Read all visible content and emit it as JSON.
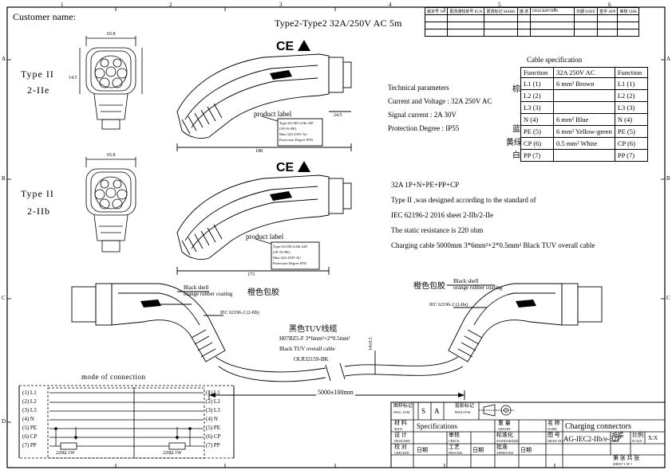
{
  "frame": {
    "col_marks": [
      "1",
      "2",
      "3",
      "4",
      "5",
      "6"
    ],
    "row_marks": [
      "A",
      "B",
      "C",
      "D"
    ]
  },
  "header": {
    "customer_label": "Customer name:",
    "title": "Type2-Type2 32A/250V AC  5m",
    "revision_cols": [
      "版本号 Ver",
      "更改通知单号 ECN",
      "更改标记 MARK",
      "描 述",
      "DESCRIPTION",
      "日期 DATE",
      "签字 APP",
      "审核 CHK"
    ]
  },
  "connector_top": {
    "label_line1": "Type II",
    "label_line2": "2-IIe",
    "product_label": "product label",
    "label_box_lines": [
      "Type:AG-IEC2-IIe-32P",
      "(1P+N+PE)",
      "Max:32A 250V AC",
      "Protection Degree IP55"
    ],
    "dims": [
      "65.8",
      "14.5",
      "24.5",
      "188"
    ]
  },
  "connector_bottom": {
    "label_line1": "Type II",
    "label_line2": "2-IIb",
    "product_label": "product label",
    "label_box_lines": [
      "Type:AG-IEC2-IIb-32P",
      "(1P+N+PE)",
      "Max:32A 250V AC",
      "Protection Degree IP55"
    ],
    "dims": [
      "65.8",
      "173"
    ]
  },
  "technical": {
    "heading": "Technical parameters",
    "current_voltage": "Current and Voltage : 32A 250V AC",
    "signal_current": "Signal current : 2A  30V",
    "protection": "Protection Degree : IP55"
  },
  "notes": {
    "config": "32A 1P+N+PE+PP+CP",
    "design_std": "Type II ,was designed according to the standard of",
    "std_sheet": "IEC 62196-2 2016 sheet 2-IIb/2-IIe",
    "static_resistance": "The static resistance is 220 ohm",
    "cable": "Charging cable 5000mm  3*6mm²+2*0.5mm²  Black TUV overall cable"
  },
  "cable_spec": {
    "title": "Cable specification",
    "headers": [
      "Function",
      "32A 250V AC",
      "Function"
    ],
    "rows": [
      {
        "color": "棕",
        "left": "L1 (1)",
        "mid": "6 mm² Brown",
        "right": "L1 (1)"
      },
      {
        "color": "",
        "left": "L2 (2)",
        "mid": "",
        "right": "L2 (2)"
      },
      {
        "color": "",
        "left": "L3 (3)",
        "mid": "",
        "right": "L3 (3)"
      },
      {
        "color": "蓝",
        "left": "N (4)",
        "mid": "6 mm² Blue",
        "right": "N (4)"
      },
      {
        "color": "黄绿",
        "left": "PE (5)",
        "mid": "6 mm² Yellow-green",
        "right": "PE (5)"
      },
      {
        "color": "白",
        "left": "CP (6)",
        "mid": "0.5 mm² White",
        "right": "CP (6)"
      },
      {
        "color": "",
        "left": "PP (7)",
        "mid": "",
        "right": "PP (7)"
      }
    ]
  },
  "assembly": {
    "left_shell_cn": "橙色包胶",
    "left_shell_en1": "Black shell",
    "left_shell_en2": "orange rubber coating",
    "left_std": "IEC 62196-2 (2-IIb)",
    "right_shell_cn": "橙色包胶",
    "right_shell_en1": "Black shell",
    "right_shell_en2": "orange rubber coating",
    "right_std": "IEC 62196-2 (2-IIe)",
    "cable_cn": "黑色TUV线缆",
    "cable_model": "H07BZ5-F 3*6mm²+2*0.5mm²",
    "cable_en": "Black TUV overall cable",
    "cable_code": "OLR32159-BK",
    "dia": "14±0.5",
    "length": "5000±100mm"
  },
  "connection": {
    "title": "mode of connection",
    "pins_left": [
      "(1) L1",
      "(2) L2",
      "(3) L3",
      "(4) N",
      "(5) PE",
      "(6) CP",
      "(7) PP"
    ],
    "pins_right": [
      "(1) L1",
      "(2) L2",
      "(3) L3",
      "(4) N",
      "(5) PE",
      "(6) CP",
      "(7) PP"
    ],
    "res_left": "220Ω 1W",
    "res_right": "220Ω 1W"
  },
  "title_block": {
    "drawing_mark": "图样标记",
    "drawing_mark_en": "DWG. SYM",
    "s": "S",
    "a": "A",
    "projection": "投影标记",
    "projection_en": "PROJ.SYM",
    "material": "材 料",
    "material_en": "MATL",
    "spec": "Specifications",
    "weight": "重 量",
    "weight_en": "WEIGHT",
    "name_cn": "名 称",
    "name_en": "NAME",
    "name_val": "Charging connectors",
    "drawing_no": "图 号",
    "drawing_no_en": "DRAW NO.",
    "drawing_no_val": "AG-IEC2-IIb/e-32P",
    "sheet": "纸幅",
    "sheet_en": "SIZE",
    "scale": "比例",
    "scale_en": "SCALE",
    "scale_val": "X:X",
    "design": "设 计",
    "design_en": "DESIGNED",
    "review": "审核",
    "review_en": "CHECK",
    "standard": "标准化",
    "standard_en": "STANDARDIZE",
    "check": "校 对",
    "check_en": "CHECKED",
    "process": "工艺",
    "process_en": "PROCESS",
    "approve": "批准",
    "approve_en": "APPROVED",
    "date": "日期",
    "sheets_cn": "第   张  共   张",
    "sheets_en": "SHEET  1  OF  1"
  }
}
